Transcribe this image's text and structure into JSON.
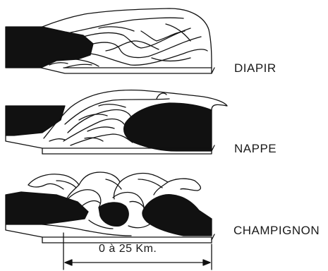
{
  "labels": {
    "diapir": "DIAPIR",
    "nappe": "NAPPE",
    "champignon": "CHAMPIGNON"
  },
  "scale": {
    "text": "0 à 25 Km."
  }
}
